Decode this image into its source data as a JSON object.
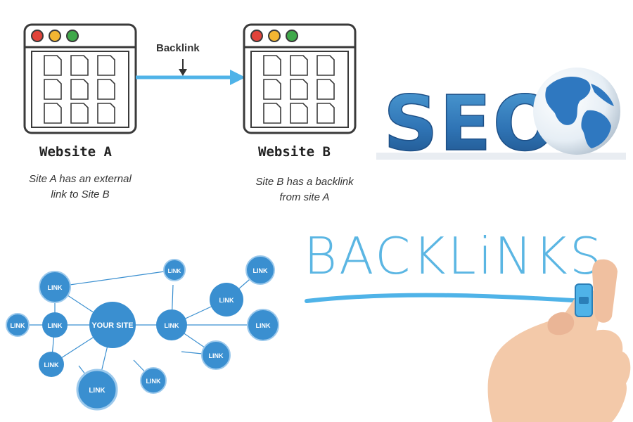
{
  "top_diagram": {
    "arrow_label": "Backlink",
    "site_a": {
      "title": "Website A",
      "caption_line1": "Site A has an external",
      "caption_line2": "link to Site B"
    },
    "site_b": {
      "title": "Website B",
      "caption_line1": "Site B has a backlink",
      "caption_line2": "from site A"
    }
  },
  "seo_logo": {
    "text": "SEO"
  },
  "network": {
    "center_label": "YOUR SITE",
    "node_label": "LINK"
  },
  "backlinks_banner": {
    "word": "BACKLiNKS"
  },
  "colors": {
    "blue": "#3a8fd0",
    "light_blue": "#5bb6e3",
    "arrow_blue": "#4fb3e8",
    "window_border": "#3a3a3a",
    "traffic_red": "#e0433a",
    "traffic_yellow": "#f3b632",
    "traffic_green": "#3fa84a"
  }
}
